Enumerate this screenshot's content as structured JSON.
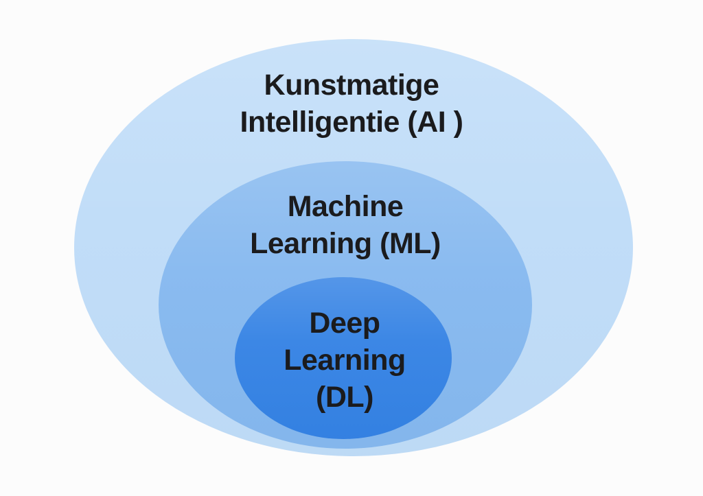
{
  "diagram": {
    "type": "nested-venn",
    "background_color": "#FCFCFC",
    "text_color": "#1B1B1D",
    "sets": [
      {
        "id": "artificial-intelligence",
        "abbr": "AI",
        "fill": "#BFDCF8",
        "lines": [
          "Kunstmatige",
          "Intelligentie (AI )"
        ]
      },
      {
        "id": "machine-learning",
        "abbr": "ML",
        "fill": "#85B8EF",
        "lines": [
          "Machine",
          "Learning (ML)"
        ]
      },
      {
        "id": "deep-learning",
        "abbr": "DL",
        "fill": "#3482E4",
        "lines": [
          "Deep",
          "Learning",
          "(DL)"
        ]
      }
    ]
  }
}
